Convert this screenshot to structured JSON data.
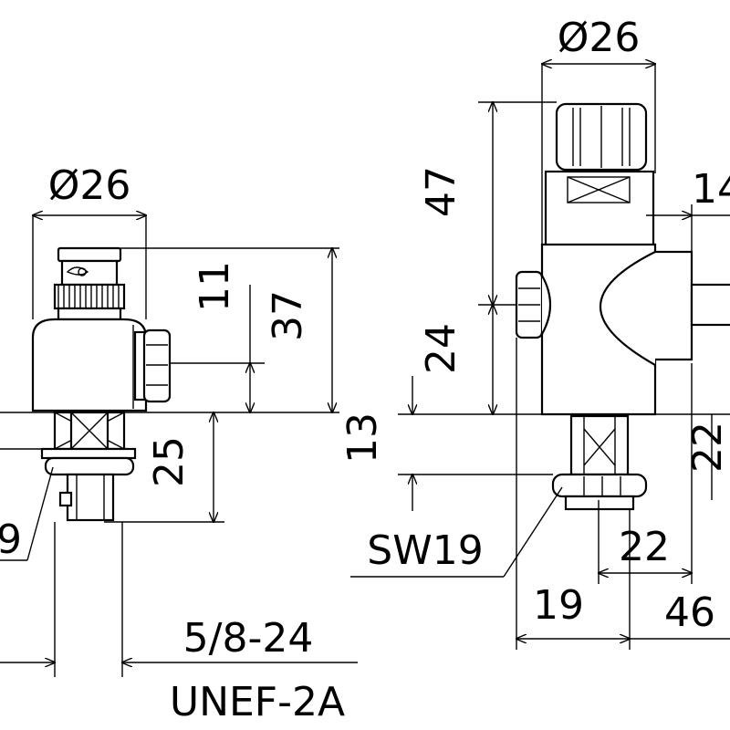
{
  "left_view": {
    "dia_top": "Ø26",
    "dim_11": "11",
    "dim_37": "37",
    "dim_25": "25",
    "sw_partial": "9",
    "thread_spec": "5/8-24",
    "thread_class": "UNEF-2A"
  },
  "right_view": {
    "dia_top": "Ø26",
    "dim_47": "47",
    "dim_24": "24",
    "dim_13": "13",
    "dim_14_partial": "14",
    "dim_22_partial": "22",
    "sw_label": "SW19",
    "dim_22": "22",
    "dim_19": "19",
    "dim_46": "46"
  }
}
